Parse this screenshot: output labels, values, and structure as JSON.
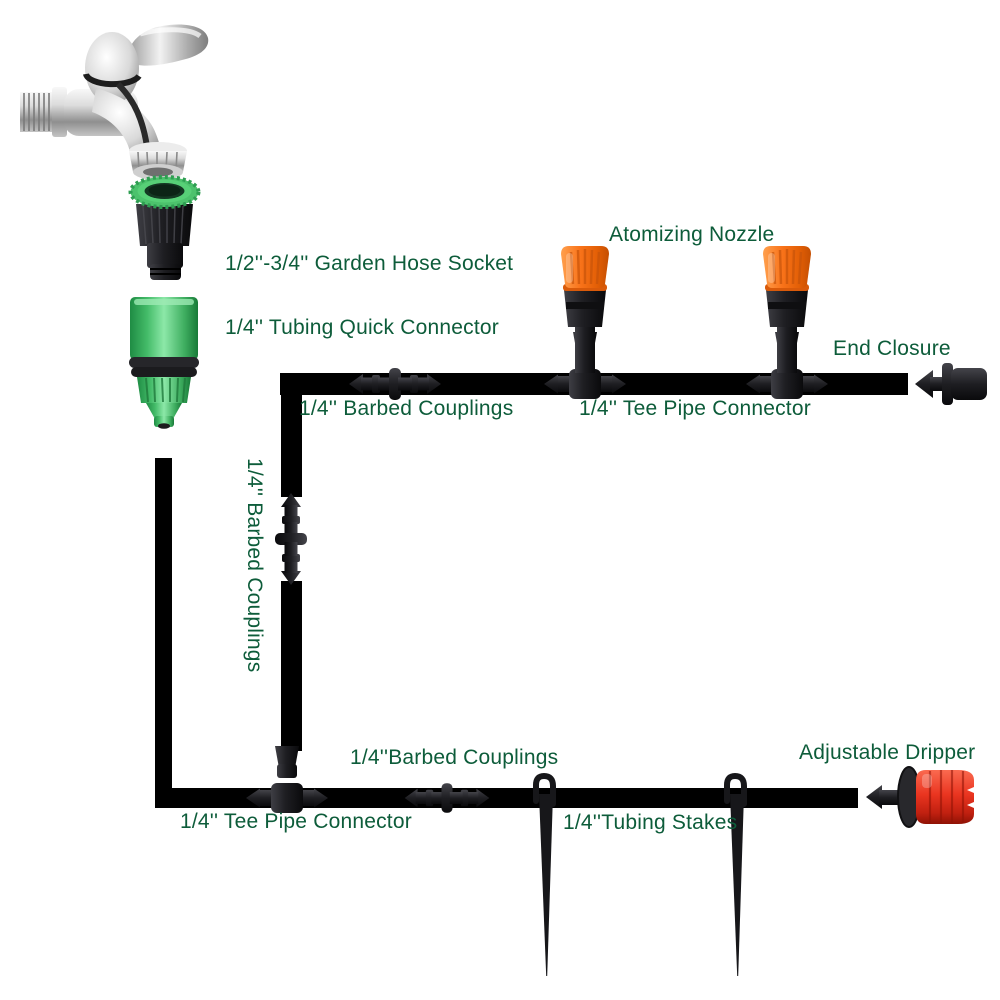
{
  "diagram": {
    "type": "drip-irrigation-kit-parts-diagram",
    "colors": {
      "label_color": "#0d5c3a",
      "tube_color": "#000000",
      "fitting_black": "#1b1b1e",
      "nozzle_orange": "#f4731a",
      "connector_green": "#43bb68",
      "dripper_red": "#e0301e",
      "faucet_chrome": "#c9c9c9"
    },
    "labels": {
      "garden_hose_socket": "1/2''-3/4'' Garden Hose Socket",
      "tubing_quick_connector": "1/4'' Tubing Quick Connector",
      "atomizing_nozzle": "Atomizing Nozzle",
      "end_closure": "End Closure",
      "barbed_couplings_top": "1/4'' Barbed Couplings",
      "tee_pipe_connector_top": "1/4'' Tee Pipe Connector",
      "barbed_couplings_vertical": "1/4'' Barbed Couplings",
      "tee_pipe_connector_bottom": "1/4'' Tee Pipe Connector",
      "barbed_couplings_bottom": "1/4''Barbed Couplings",
      "tubing_stakes": "1/4''Tubing Stakes",
      "adjustable_dripper": "Adjustable Dripper"
    }
  }
}
